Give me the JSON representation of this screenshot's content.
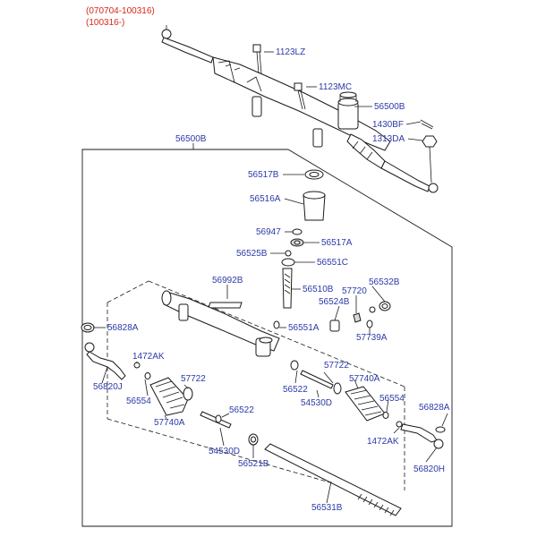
{
  "header": {
    "range_1": "(070704-100316)",
    "range_2": "(100316-)"
  },
  "colors": {
    "label": "#2b3aa6",
    "header": "#d6281c",
    "line": "#1a1a1a"
  },
  "labels": {
    "l_1123LZ": "1123LZ",
    "l_1123MC": "1123MC",
    "l_56500B_top": "56500B",
    "l_1430BF": "1430BF",
    "l_1313DA": "1313DA",
    "l_56500B_box": "56500B",
    "l_56517B": "56517B",
    "l_56516A": "56516A",
    "l_56947": "56947",
    "l_56517A": "56517A",
    "l_56525B": "56525B",
    "l_56551C": "56551C",
    "l_56992B": "56992B",
    "l_56510B": "56510B",
    "l_57720": "57720",
    "l_56532B": "56532B",
    "l_56524B": "56524B",
    "l_57739A": "57739A",
    "l_56828A_left": "56828A",
    "l_56551A": "56551A",
    "l_1472AK_left": "1472AK",
    "l_56820J": "56820J",
    "l_56554_left": "56554",
    "l_57722_left": "57722",
    "l_57740A_left": "57740A",
    "l_56522_left": "56522",
    "l_54530D_left": "54530D",
    "l_56521B": "56521B",
    "l_57722_right": "57722",
    "l_56522_right": "56522",
    "l_54530D_right": "54530D",
    "l_57740A_right": "57740A",
    "l_56554_right": "56554",
    "l_56828A_right": "56828A",
    "l_1472AK_right": "1472AK",
    "l_56820H": "56820H",
    "l_56531B": "56531B"
  }
}
